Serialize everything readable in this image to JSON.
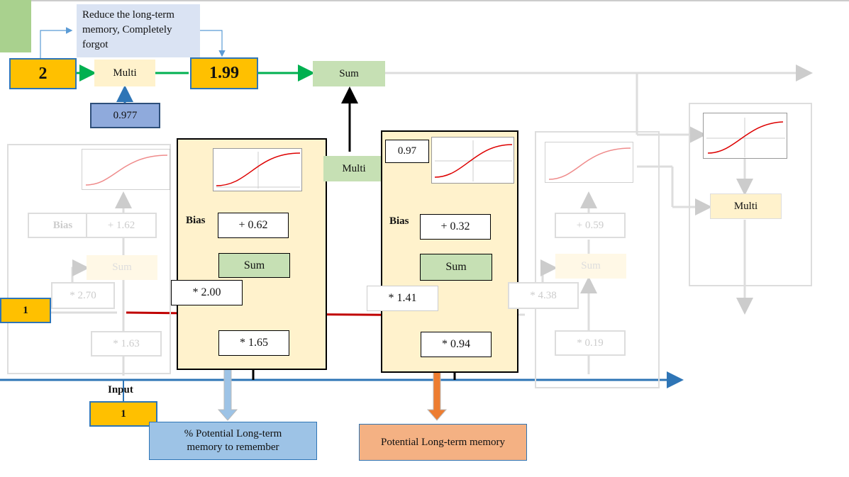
{
  "top_note": "Reduce the long-term memory,  Completely forgot",
  "long_term": {
    "input_value": "2",
    "multi_label": "Multi",
    "output_value": "1.99",
    "sum_label": "Sum",
    "forget_value": "0.977"
  },
  "left_ghost": {
    "bias_label": "Bias",
    "bias_value": "+ 1.62",
    "sum_label": "Sum",
    "w_short": "* 2.70",
    "w_input": "* 1.63"
  },
  "short_term_input": "1",
  "input_label": "Input",
  "input_value": "1",
  "panel_left": {
    "bias_label": "Bias",
    "bias_value": "+ 0.62",
    "sum_label": "Sum",
    "w_short": "* 2.00",
    "w_input": "* 1.65"
  },
  "center_multi": "Multi",
  "panel_right": {
    "tanh_value": "0.97",
    "bias_label": "Bias",
    "bias_value": "+ 0.32",
    "sum_label": "Sum",
    "w_short": "* 1.41",
    "w_input": "* 0.94"
  },
  "right_ghost": {
    "bias_value": "+ 0.59",
    "sum_label": "Sum",
    "w_short": "* 4.38",
    "w_input": "* 0.19"
  },
  "output_multi": "Multi",
  "legend_remember": "% Potential Long-term memory to remember",
  "legend_potential": "Potential Long-term memory",
  "colors": {
    "green_arrow": "#00b050",
    "blue_arrow": "#2e75b6",
    "red_line": "#c00000",
    "orange": "#ffc000",
    "panel_fill": "#fff2cc",
    "sum_fill": "#c6e0b4",
    "blue_box": "#9dc3e6",
    "salmon_box": "#f4b183",
    "note_fill": "#dae3f3"
  }
}
